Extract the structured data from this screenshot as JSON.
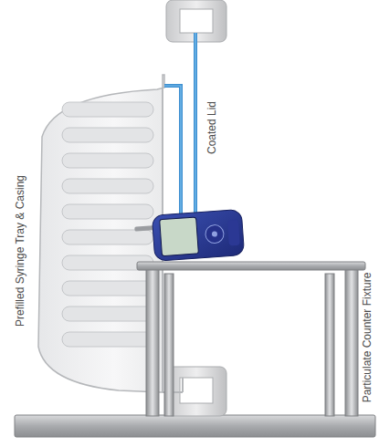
{
  "diagram": {
    "labels": [
      "Prefilled Syringe Tray & Casing",
      "Coated Lid",
      "Particulate Counter Fixture"
    ]
  }
}
